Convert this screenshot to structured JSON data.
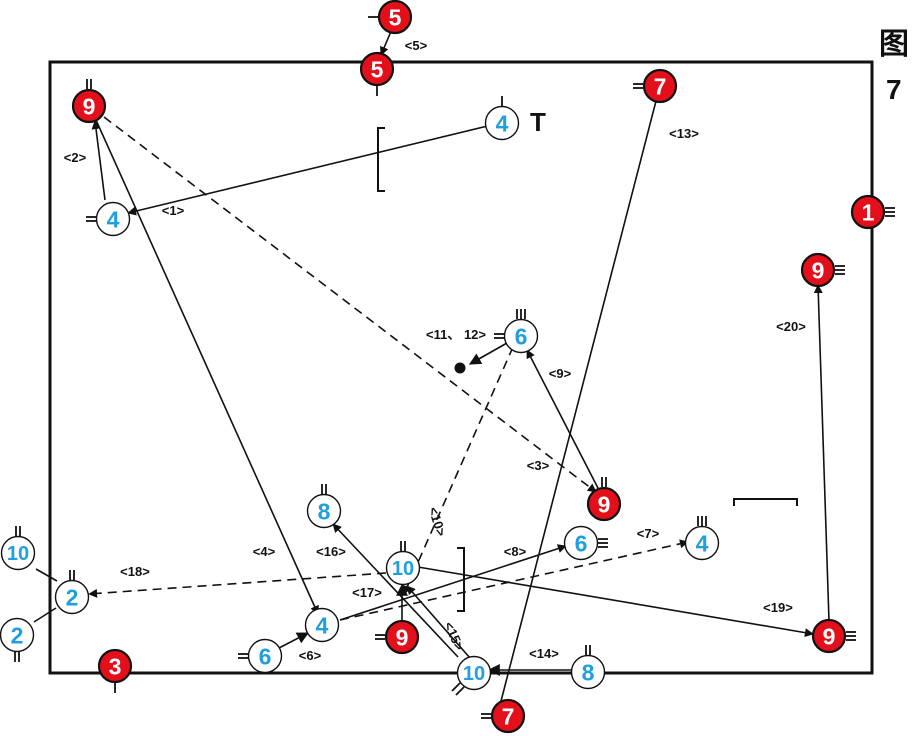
{
  "figure": {
    "label": "图",
    "number": "7"
  },
  "colors": {
    "red_player": "#e3101b",
    "blue_player": "#1f9fe0",
    "line": "#111111"
  },
  "players": [
    {
      "id": "r5a",
      "num": "5",
      "team": "red"
    },
    {
      "id": "r5b",
      "num": "5",
      "team": "red"
    },
    {
      "id": "r9tl",
      "num": "9",
      "team": "red"
    },
    {
      "id": "r7t",
      "num": "7",
      "team": "red"
    },
    {
      "id": "r1",
      "num": "1",
      "team": "red"
    },
    {
      "id": "r9r",
      "num": "9",
      "team": "red"
    },
    {
      "id": "r9c",
      "num": "9",
      "team": "red"
    },
    {
      "id": "r9br",
      "num": "9",
      "team": "red"
    },
    {
      "id": "r9b",
      "num": "9",
      "team": "red"
    },
    {
      "id": "r3",
      "num": "3",
      "team": "red"
    },
    {
      "id": "r7b",
      "num": "7",
      "team": "red"
    },
    {
      "id": "b4t",
      "num": "4",
      "team": "blue"
    },
    {
      "id": "b4l",
      "num": "4",
      "team": "blue"
    },
    {
      "id": "b6c",
      "num": "6",
      "team": "blue"
    },
    {
      "id": "b8",
      "num": "8",
      "team": "blue"
    },
    {
      "id": "b6r",
      "num": "6",
      "team": "blue"
    },
    {
      "id": "b4r",
      "num": "4",
      "team": "blue"
    },
    {
      "id": "b10l",
      "num": "10",
      "team": "blue"
    },
    {
      "id": "b2a",
      "num": "2",
      "team": "blue"
    },
    {
      "id": "b2b",
      "num": "2",
      "team": "blue"
    },
    {
      "id": "b10c",
      "num": "10",
      "team": "blue"
    },
    {
      "id": "b4c",
      "num": "4",
      "team": "blue"
    },
    {
      "id": "b6b",
      "num": "6",
      "team": "blue"
    },
    {
      "id": "b10b",
      "num": "10",
      "team": "blue"
    },
    {
      "id": "b8b",
      "num": "8",
      "team": "blue"
    }
  ],
  "markers": {
    "t_mark": "T"
  },
  "labels": [
    {
      "id": "l1",
      "text": "<1>"
    },
    {
      "id": "l2",
      "text": "<2>"
    },
    {
      "id": "l3",
      "text": "<3>"
    },
    {
      "id": "l4",
      "text": "<4>"
    },
    {
      "id": "l5",
      "text": "<5>"
    },
    {
      "id": "l6",
      "text": "<6>"
    },
    {
      "id": "l7",
      "text": "<7>"
    },
    {
      "id": "l8",
      "text": "<8>"
    },
    {
      "id": "l9",
      "text": "<9>"
    },
    {
      "id": "l10",
      "text": "<10>"
    },
    {
      "id": "l1112",
      "text": "<11、 12>"
    },
    {
      "id": "l13",
      "text": "<13>"
    },
    {
      "id": "l14",
      "text": "<14>"
    },
    {
      "id": "l15",
      "text": "<15>"
    },
    {
      "id": "l16",
      "text": "<16>"
    },
    {
      "id": "l17",
      "text": "<17>"
    },
    {
      "id": "l18",
      "text": "<18>"
    },
    {
      "id": "l19",
      "text": "<19>"
    },
    {
      "id": "l20",
      "text": "<20>"
    }
  ]
}
